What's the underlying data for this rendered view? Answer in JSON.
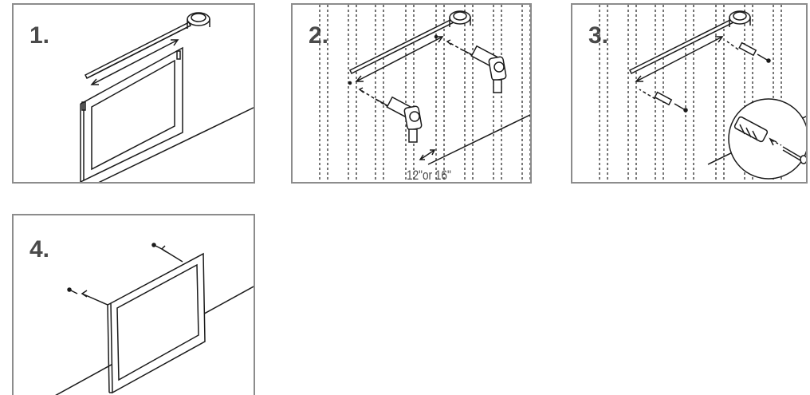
{
  "steps": [
    {
      "number": "1."
    },
    {
      "number": "2."
    },
    {
      "number": "3."
    },
    {
      "number": "4."
    }
  ],
  "dimension_label": "12\"or 16\"",
  "colors": {
    "line": "#1a1a1a",
    "border": "#8c8c8c",
    "label": "#4a4a4a"
  }
}
